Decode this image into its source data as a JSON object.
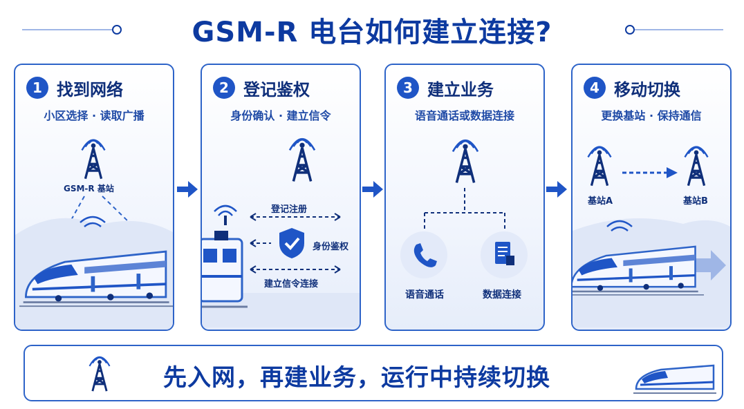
{
  "title": "GSM-R 电台如何建立连接?",
  "steps": [
    {
      "num": "1",
      "title": "找到网络",
      "subtitle": "小区选择 · 读取广播",
      "tower_label": "GSM-R 基站"
    },
    {
      "num": "2",
      "title": "登记鉴权",
      "subtitle": "身份确认 · 建立信令",
      "register_label": "登记注册",
      "auth_label": "身份鉴权",
      "signal_label": "建立信令连接"
    },
    {
      "num": "3",
      "title": "建立业务",
      "subtitle": "语音通话或数据连接",
      "voice_label": "语音通话",
      "data_label": "数据连接"
    },
    {
      "num": "4",
      "title": "移动切换",
      "subtitle": "更换基站 · 保持通信",
      "bs_a_label": "基站A",
      "bs_b_label": "基站B"
    }
  ],
  "summary": "先入网，再建业务，运行中持续切换",
  "colors": {
    "primary": "#0d3aa0",
    "accent": "#1f55c6",
    "border": "#2d63c8"
  }
}
